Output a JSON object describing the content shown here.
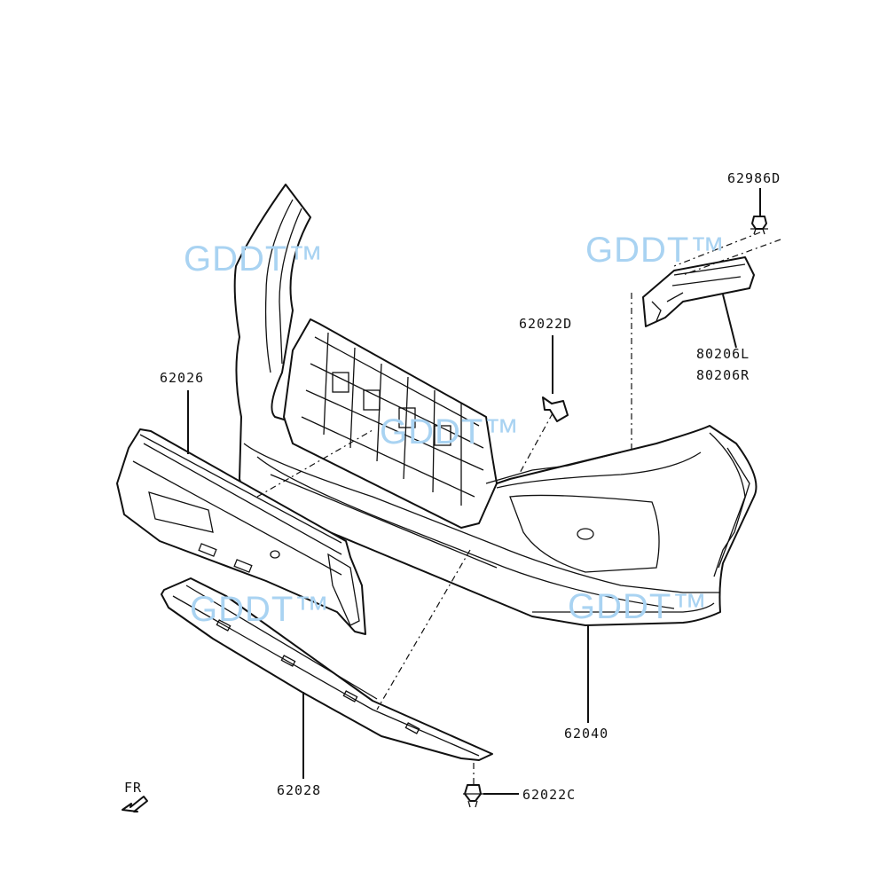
{
  "watermark": "GDDT™",
  "labels": {
    "p62986D": "62986D",
    "p62022D": "62022D",
    "p80206L": "80206L",
    "p80206R": "80206R",
    "p62026": "62026",
    "p62040": "62040",
    "p62028": "62028",
    "p62022C": "62022C",
    "fr": "FR"
  },
  "colors": {
    "line": "#111111",
    "watermark": "#a9d3f2",
    "background": "#ffffff"
  }
}
